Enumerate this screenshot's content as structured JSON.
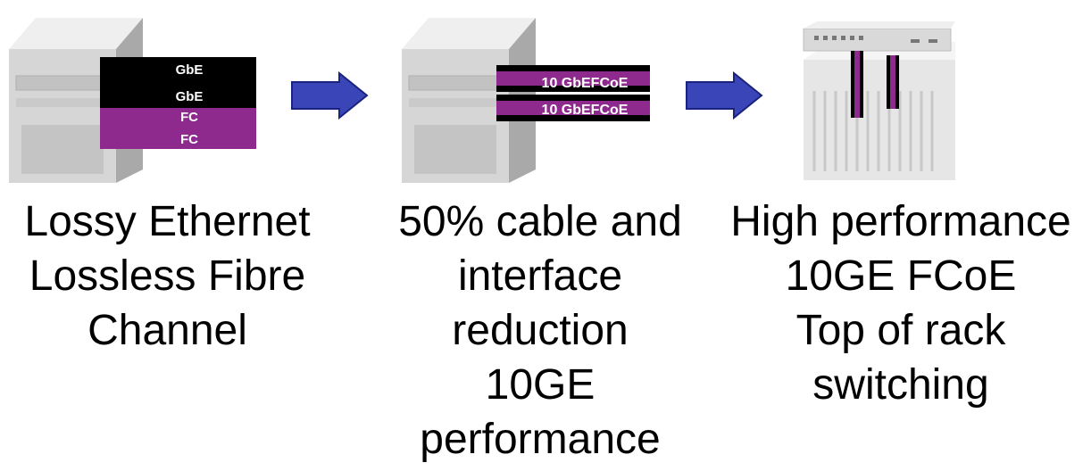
{
  "colors": {
    "ethernet": "#000000",
    "fibre_channel": "#8e2a8e",
    "arrow_fill": "#3a46b8",
    "arrow_stroke": "#1a237e",
    "server_body": "#d4d4d4"
  },
  "stage1": {
    "labels": [
      "GbE",
      "GbE",
      "FC",
      "FC"
    ],
    "caption": [
      "Lossy Ethernet",
      "Lossless Fibre",
      "Channel"
    ]
  },
  "stage2": {
    "labels": [
      "10 GbEFCoE",
      "10 GbEFCoE"
    ],
    "caption": [
      "50% cable and",
      "interface",
      "reduction",
      "10GE",
      "performance"
    ]
  },
  "stage3": {
    "caption": [
      "High performance",
      "10GE FCoE",
      "Top of rack",
      "switching"
    ]
  }
}
